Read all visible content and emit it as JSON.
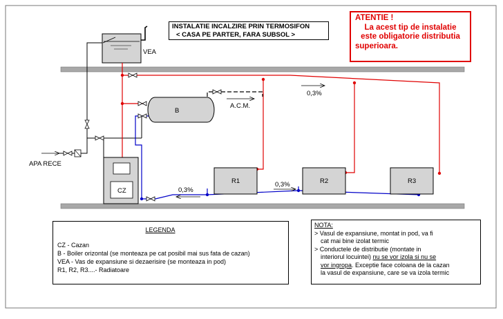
{
  "title": {
    "line1": "INSTALATIE INCALZIRE PRIN TERMOSIFON",
    "line2": "< CASA PE PARTER, FARA SUBSOL >"
  },
  "warning": {
    "heading": "ATENTIE !",
    "line1": "La acest tip de instalatie",
    "line2": "este obligatorie distributia",
    "line3": "superioara."
  },
  "labels": {
    "vea": "VEA",
    "boiler": "B",
    "acm": "A.C.M.",
    "apa_rece": "APA RECE",
    "cazan": "CZ",
    "r1": "R1",
    "r2": "R2",
    "r3": "R3",
    "slope_top": "0,3%",
    "slope_bottom_left": "0,3%",
    "slope_bottom_mid": "0,3%"
  },
  "legend": {
    "title": "LEGENDA",
    "items": [
      "CZ - Cazan",
      "B - Boiler orizontal (se monteaza pe cat posibil mai sus fata de cazan)",
      "VEA - Vas de expansiune si dezaerisire (se monteaza in pod)",
      "R1, R2, R3....- Radiatoare"
    ]
  },
  "note": {
    "title": "NOTA:",
    "n1_line1": "> Vasul de expansiune, montat in pod, va fi",
    "n1_line2": "cat mai bine izolat termic",
    "n2_line1": "> Conductele de distributie (montate in",
    "n2_line2a": "interiorul locuintei)",
    "n2_line2b": "nu se vor izola si nu se",
    "n2_line3a": "vor ingropa",
    "n2_line3b": ". Exceptie face coloana de la cazan",
    "n2_line4": "la vasul de expansiune, care se va izola termic"
  },
  "colors": {
    "supply": "#e00000",
    "return": "#0000c8",
    "slab": "#a8a8a8",
    "equipment": "#d4d4d4"
  }
}
